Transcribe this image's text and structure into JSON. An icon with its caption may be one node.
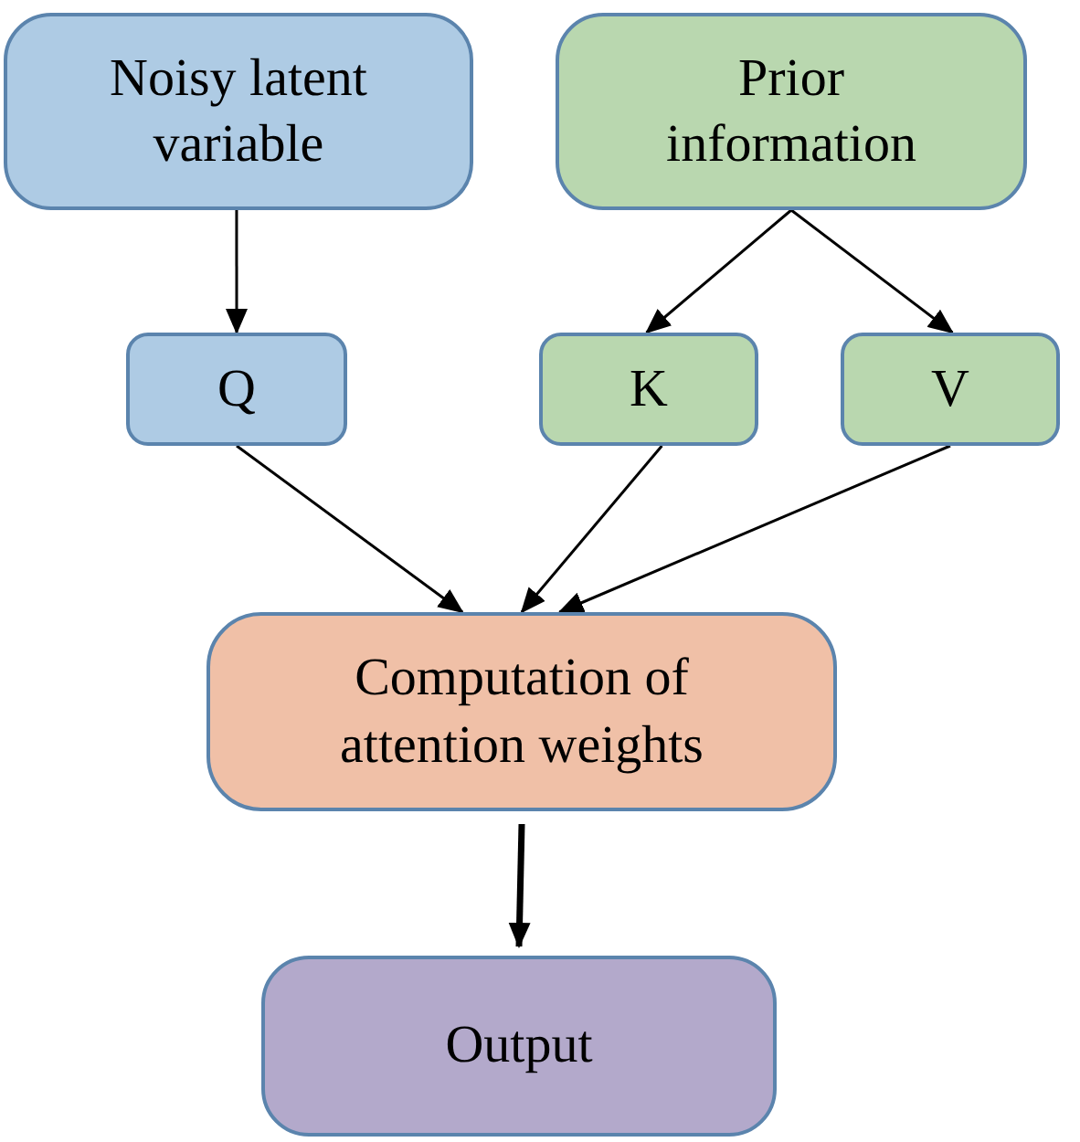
{
  "diagram": {
    "nodes": [
      {
        "text": [
          "Noisy latent variable"
        ]
      },
      {
        "text": [
          "Prior information"
        ]
      },
      {
        "text": [
          "Q"
        ]
      },
      {
        "text": [
          "K"
        ]
      },
      {
        "text": [
          "V"
        ]
      },
      {
        "text": [
          "Computation of attention weights"
        ]
      },
      {
        "text": [
          "Output"
        ]
      }
    ],
    "edges": [
      {
        "from": 0,
        "to": 2,
        "arrow": "to"
      },
      {
        "from": 1,
        "to": 3,
        "arrow": "to"
      },
      {
        "from": 1,
        "to": 4,
        "arrow": "to"
      },
      {
        "from": 2,
        "to": 5,
        "arrow": "to"
      },
      {
        "from": 3,
        "to": 5,
        "arrow": "to"
      },
      {
        "from": 4,
        "to": 5,
        "arrow": "to"
      },
      {
        "from": 5,
        "to": 6,
        "arrow": "to",
        "style": "thick"
      }
    ]
  }
}
